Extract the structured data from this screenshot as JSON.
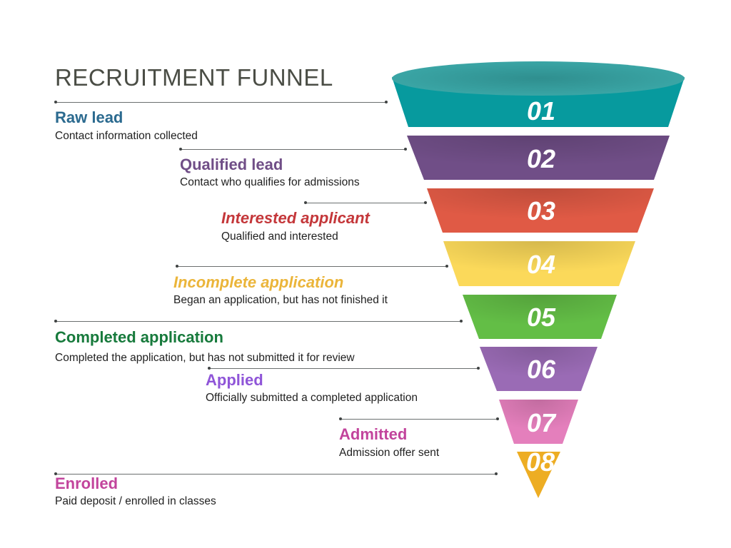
{
  "title": "RECRUITMENT FUNNEL",
  "stages": [
    {
      "number": "01",
      "title": "Raw lead",
      "description": "Contact information collected",
      "color": "#079a9e",
      "label_color": "#2b6a8f"
    },
    {
      "number": "02",
      "title": "Qualified lead",
      "description": "Contact who qualifies for admissions",
      "color": "#704e87",
      "label_color": "#704e87"
    },
    {
      "number": "03",
      "title": "Interested applicant",
      "description": "Qualified and interested",
      "color": "#e05a45",
      "label_color": "#c4373a"
    },
    {
      "number": "04",
      "title": "Incomplete application",
      "description": "Began an application, but has not finished it",
      "color": "#fbd95a",
      "label_color": "#ebb53a"
    },
    {
      "number": "05",
      "title": "Completed application",
      "description": "Completed the application, but has not submitted it for review",
      "color": "#63be46",
      "label_color": "#177a3c"
    },
    {
      "number": "06",
      "title": "Applied",
      "description": "Officially submitted a completed application",
      "color": "#9a6bb5",
      "label_color": "#8f55d8"
    },
    {
      "number": "07",
      "title": "Admitted",
      "description": "Admission offer sent",
      "color": "#e47fbc",
      "label_color": "#c2449c"
    },
    {
      "number": "08",
      "title": "Enrolled",
      "description": "Paid deposit / enrolled in classes",
      "color": "#edad23",
      "label_color": "#c2449c"
    }
  ]
}
